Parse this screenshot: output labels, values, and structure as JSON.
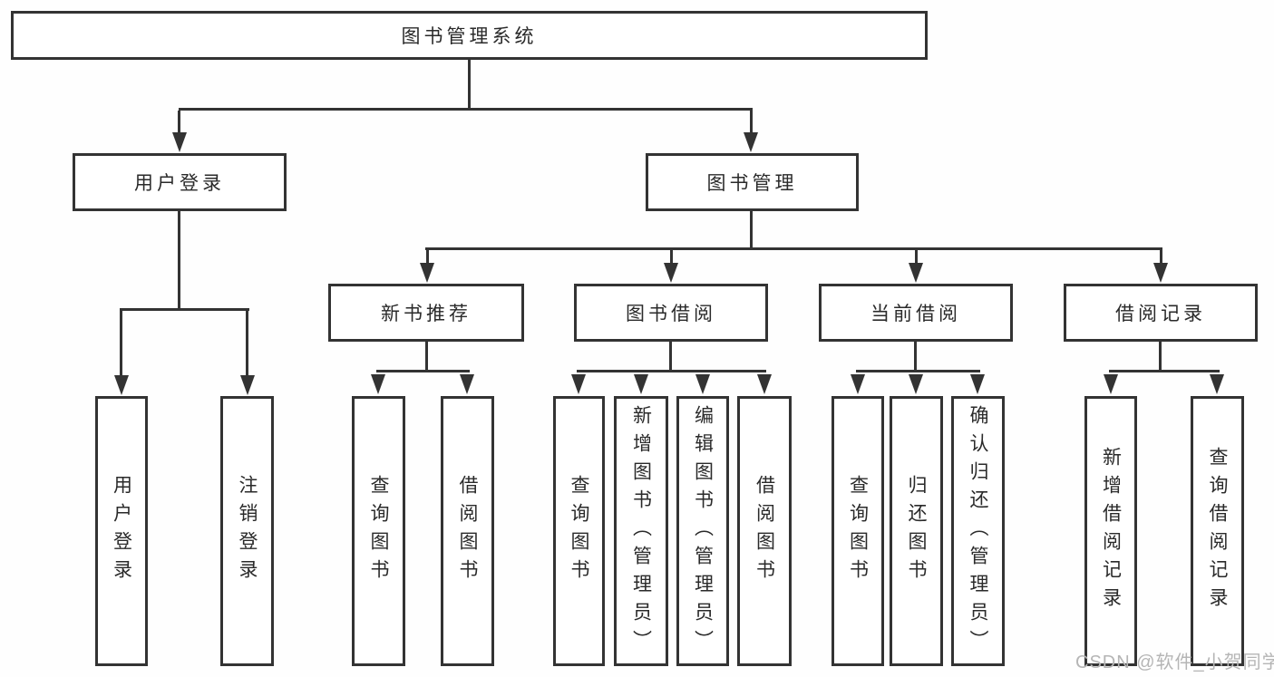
{
  "root": {
    "label": "图书管理系统"
  },
  "level2": [
    {
      "label": "用户登录"
    },
    {
      "label": "图书管理"
    }
  ],
  "level3": [
    {
      "label": "新书推荐"
    },
    {
      "label": "图书借阅"
    },
    {
      "label": "当前借阅"
    },
    {
      "label": "借阅记录"
    }
  ],
  "leaves": [
    {
      "label": "用户登录"
    },
    {
      "label": "注销登录"
    },
    {
      "label": "查询图书"
    },
    {
      "label": "借阅图书"
    },
    {
      "label": "查询图书"
    },
    {
      "label": "新增图书（管理员）"
    },
    {
      "label": "编辑图书（管理员）"
    },
    {
      "label": "借阅图书"
    },
    {
      "label": "查询图书"
    },
    {
      "label": "归还图书"
    },
    {
      "label": "确认归还（管理员）"
    },
    {
      "label": "新增借阅记录"
    },
    {
      "label": "查询借阅记录"
    }
  ],
  "watermark": "CSDN @软件_小贺同学",
  "colors": {
    "line": "#333333",
    "text": "#2a2a2a",
    "background": "#ffffff",
    "watermark": "#b5b5b5"
  }
}
